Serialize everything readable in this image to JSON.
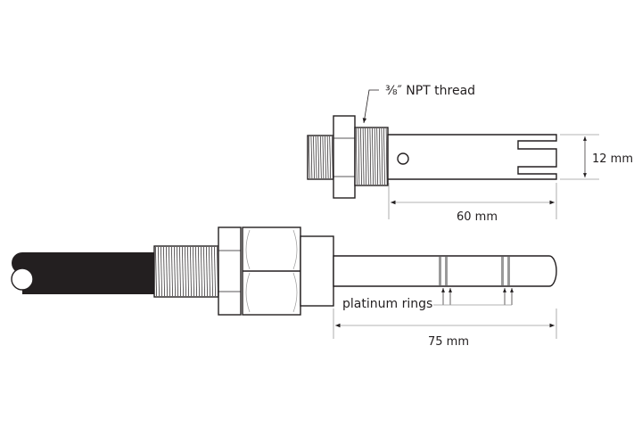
{
  "labels": {
    "thread": "⅜″ NPT thread",
    "width_12": "12 mm",
    "length_60": "60 mm",
    "length_75": "75 mm",
    "rings": "platinum rings"
  },
  "colors": {
    "line": "#231f20",
    "cable": "#231f20",
    "ring": "#9a9a9a",
    "dimension": "#9a9a9a"
  }
}
